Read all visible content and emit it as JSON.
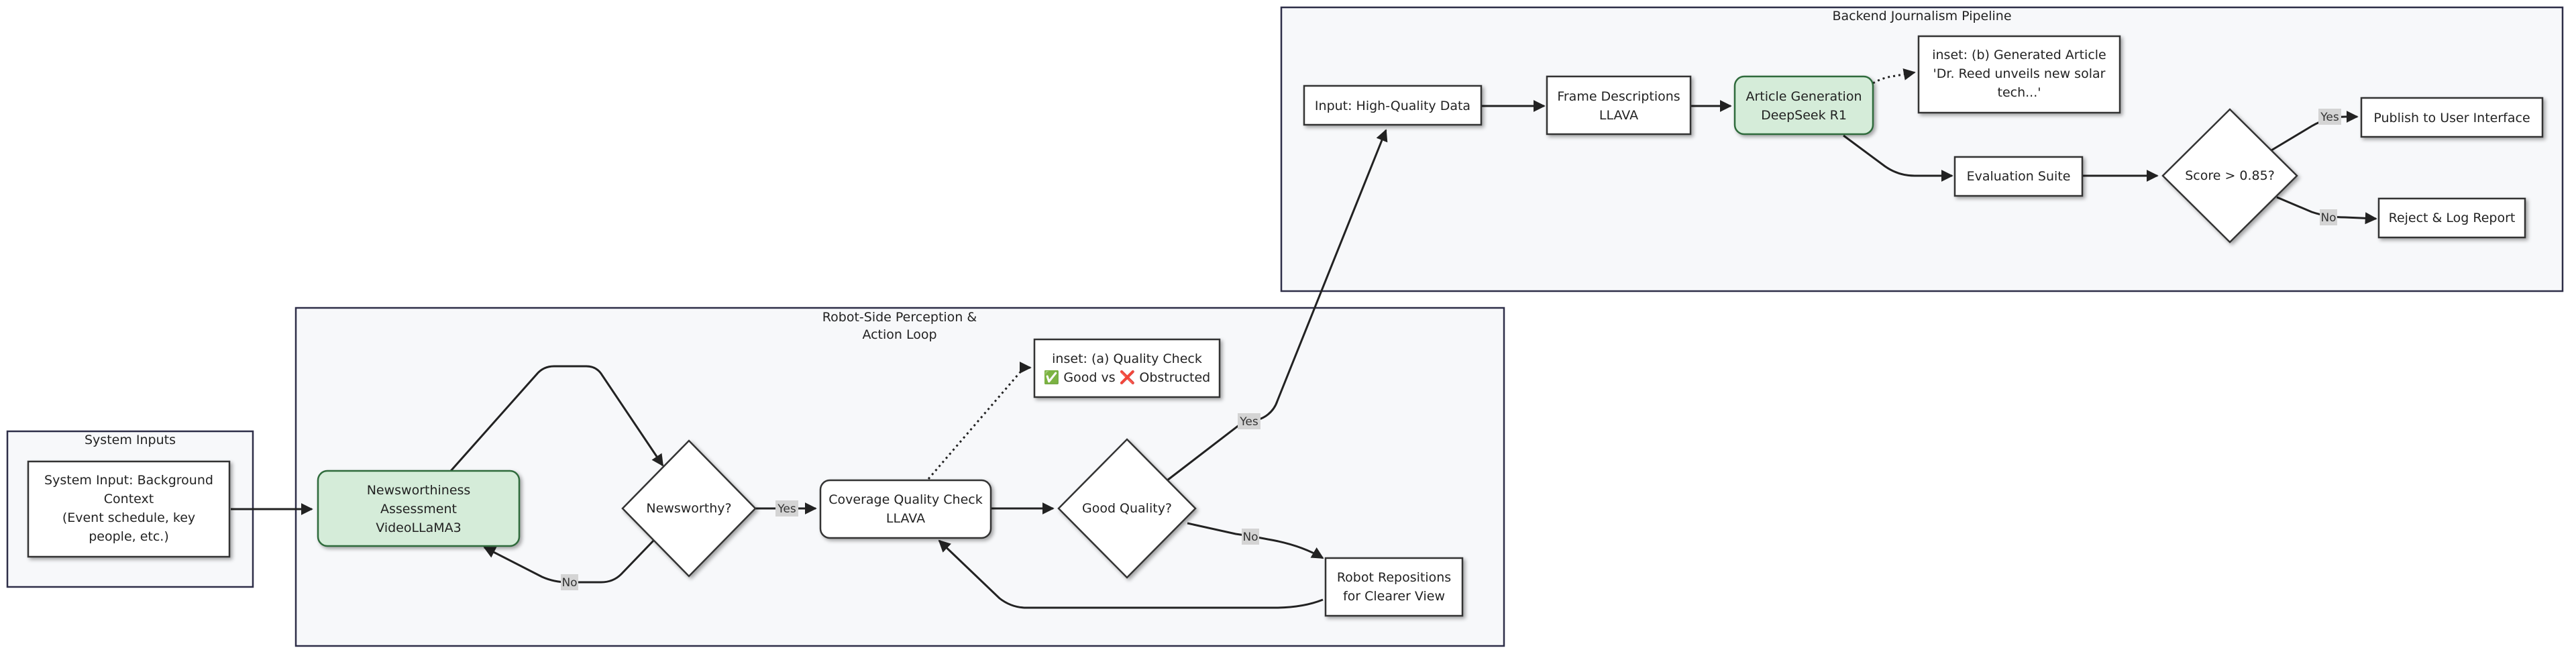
{
  "clusters": {
    "system_inputs": "System Inputs",
    "robot_side": [
      "Robot-Side Perception &",
      "Action Loop"
    ],
    "backend": "Backend Journalism Pipeline"
  },
  "nodes": {
    "system_input": [
      "System Input: Background",
      "Context",
      "(Event schedule, key",
      "people, etc.)"
    ],
    "newsworthiness": [
      "Newsworthiness",
      "Assessment",
      "VideoLLaMA3"
    ],
    "newsworthy": "Newsworthy?",
    "coverage": [
      "Coverage Quality Check",
      "LLAVA"
    ],
    "inset_a": [
      "inset: (a) Quality Check",
      "✅ Good vs ❌ Obstructed"
    ],
    "good_quality": "Good Quality?",
    "robot_reposition": [
      "Robot Repositions",
      "for Clearer View"
    ],
    "input_hq": "Input: High-Quality Data",
    "frame_desc": [
      "Frame Descriptions",
      "LLAVA"
    ],
    "article_gen": [
      "Article Generation",
      "DeepSeek R1"
    ],
    "inset_b": [
      "inset: (b) Generated Article",
      "'Dr. Reed unveils new solar",
      "tech...'"
    ],
    "eval_suite": "Evaluation Suite",
    "score": "Score > 0.85?",
    "publish": "Publish to User Interface",
    "reject": "Reject & Log Report"
  },
  "edge_labels": {
    "yes_newsworthy": "Yes",
    "no_newsworthy": "No",
    "yes_quality": "Yes",
    "no_quality": "No",
    "yes_score": "Yes",
    "no_score": "No"
  },
  "colors": {
    "cluster_fill": "#f7f8fa",
    "cluster_stroke": "#2e2e48",
    "node_green": "#d5ecd9",
    "node_green_stroke": "#2f6b3c",
    "edge_label_bg": "#d4d4d4"
  }
}
